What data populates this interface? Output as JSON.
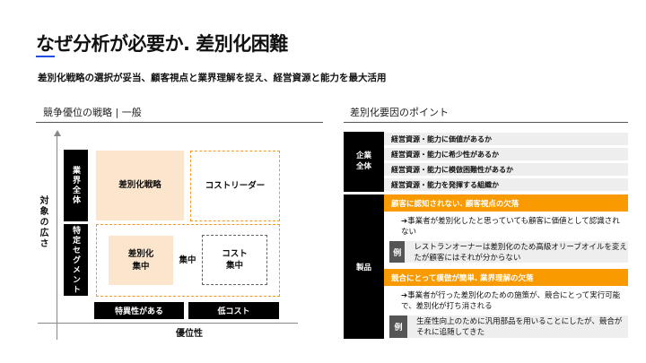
{
  "title": "なぜ分析が必要か. 差別化困難",
  "subtitle": "差別化戦略の選択が妥当、顧客視点と業界理解を捉え、経営資源と能力を最大活用",
  "left": {
    "header": "競争優位の戦略 | 一般",
    "y_axis": "対象の広さ",
    "x_axis": "優位性",
    "rows": [
      "業界全体",
      "特定セグメント"
    ],
    "cols": [
      "特異性がある",
      "低コスト"
    ],
    "cells": {
      "diff": "差別化戦略",
      "cost": "コストリーダー",
      "focus": "集中",
      "diff_focus": [
        "差別化",
        "集中"
      ],
      "cost_focus": [
        "コスト",
        "集中"
      ]
    }
  },
  "right": {
    "header": "差別化要因のポイント",
    "company_label": "企業全体",
    "company_items": [
      "経営資源・能力に価値があるか",
      "経営資源・能力に希少性があるか",
      "経営資源・能力に模倣困難性があるか",
      "経営資源・能力を発揮する組織か"
    ],
    "product_label": "製品",
    "example_label": "例",
    "points": [
      {
        "title": "顧客に認知されない. 顧客視点の欠落",
        "desc": "➔事業者が差別化したと思っていても顧客に価値として認識されない",
        "example": "レストランオーナーは差別化のため高級オリーブオイルを変えたが顧客にはそれが分からない"
      },
      {
        "title": "競合にとって模倣が簡単. 業界理解の欠落",
        "desc": "➔事業者が行った差別化のための施策が、競合にとって実行可能で、差別化が打ち消される",
        "example": "生産性向上のために汎用部品を用いることにしたが、競合がそれに追随してきた"
      }
    ]
  },
  "colors": {
    "accent": "#1f4fe0",
    "orange": "#f99b00",
    "beige": "#fbe5cd"
  }
}
